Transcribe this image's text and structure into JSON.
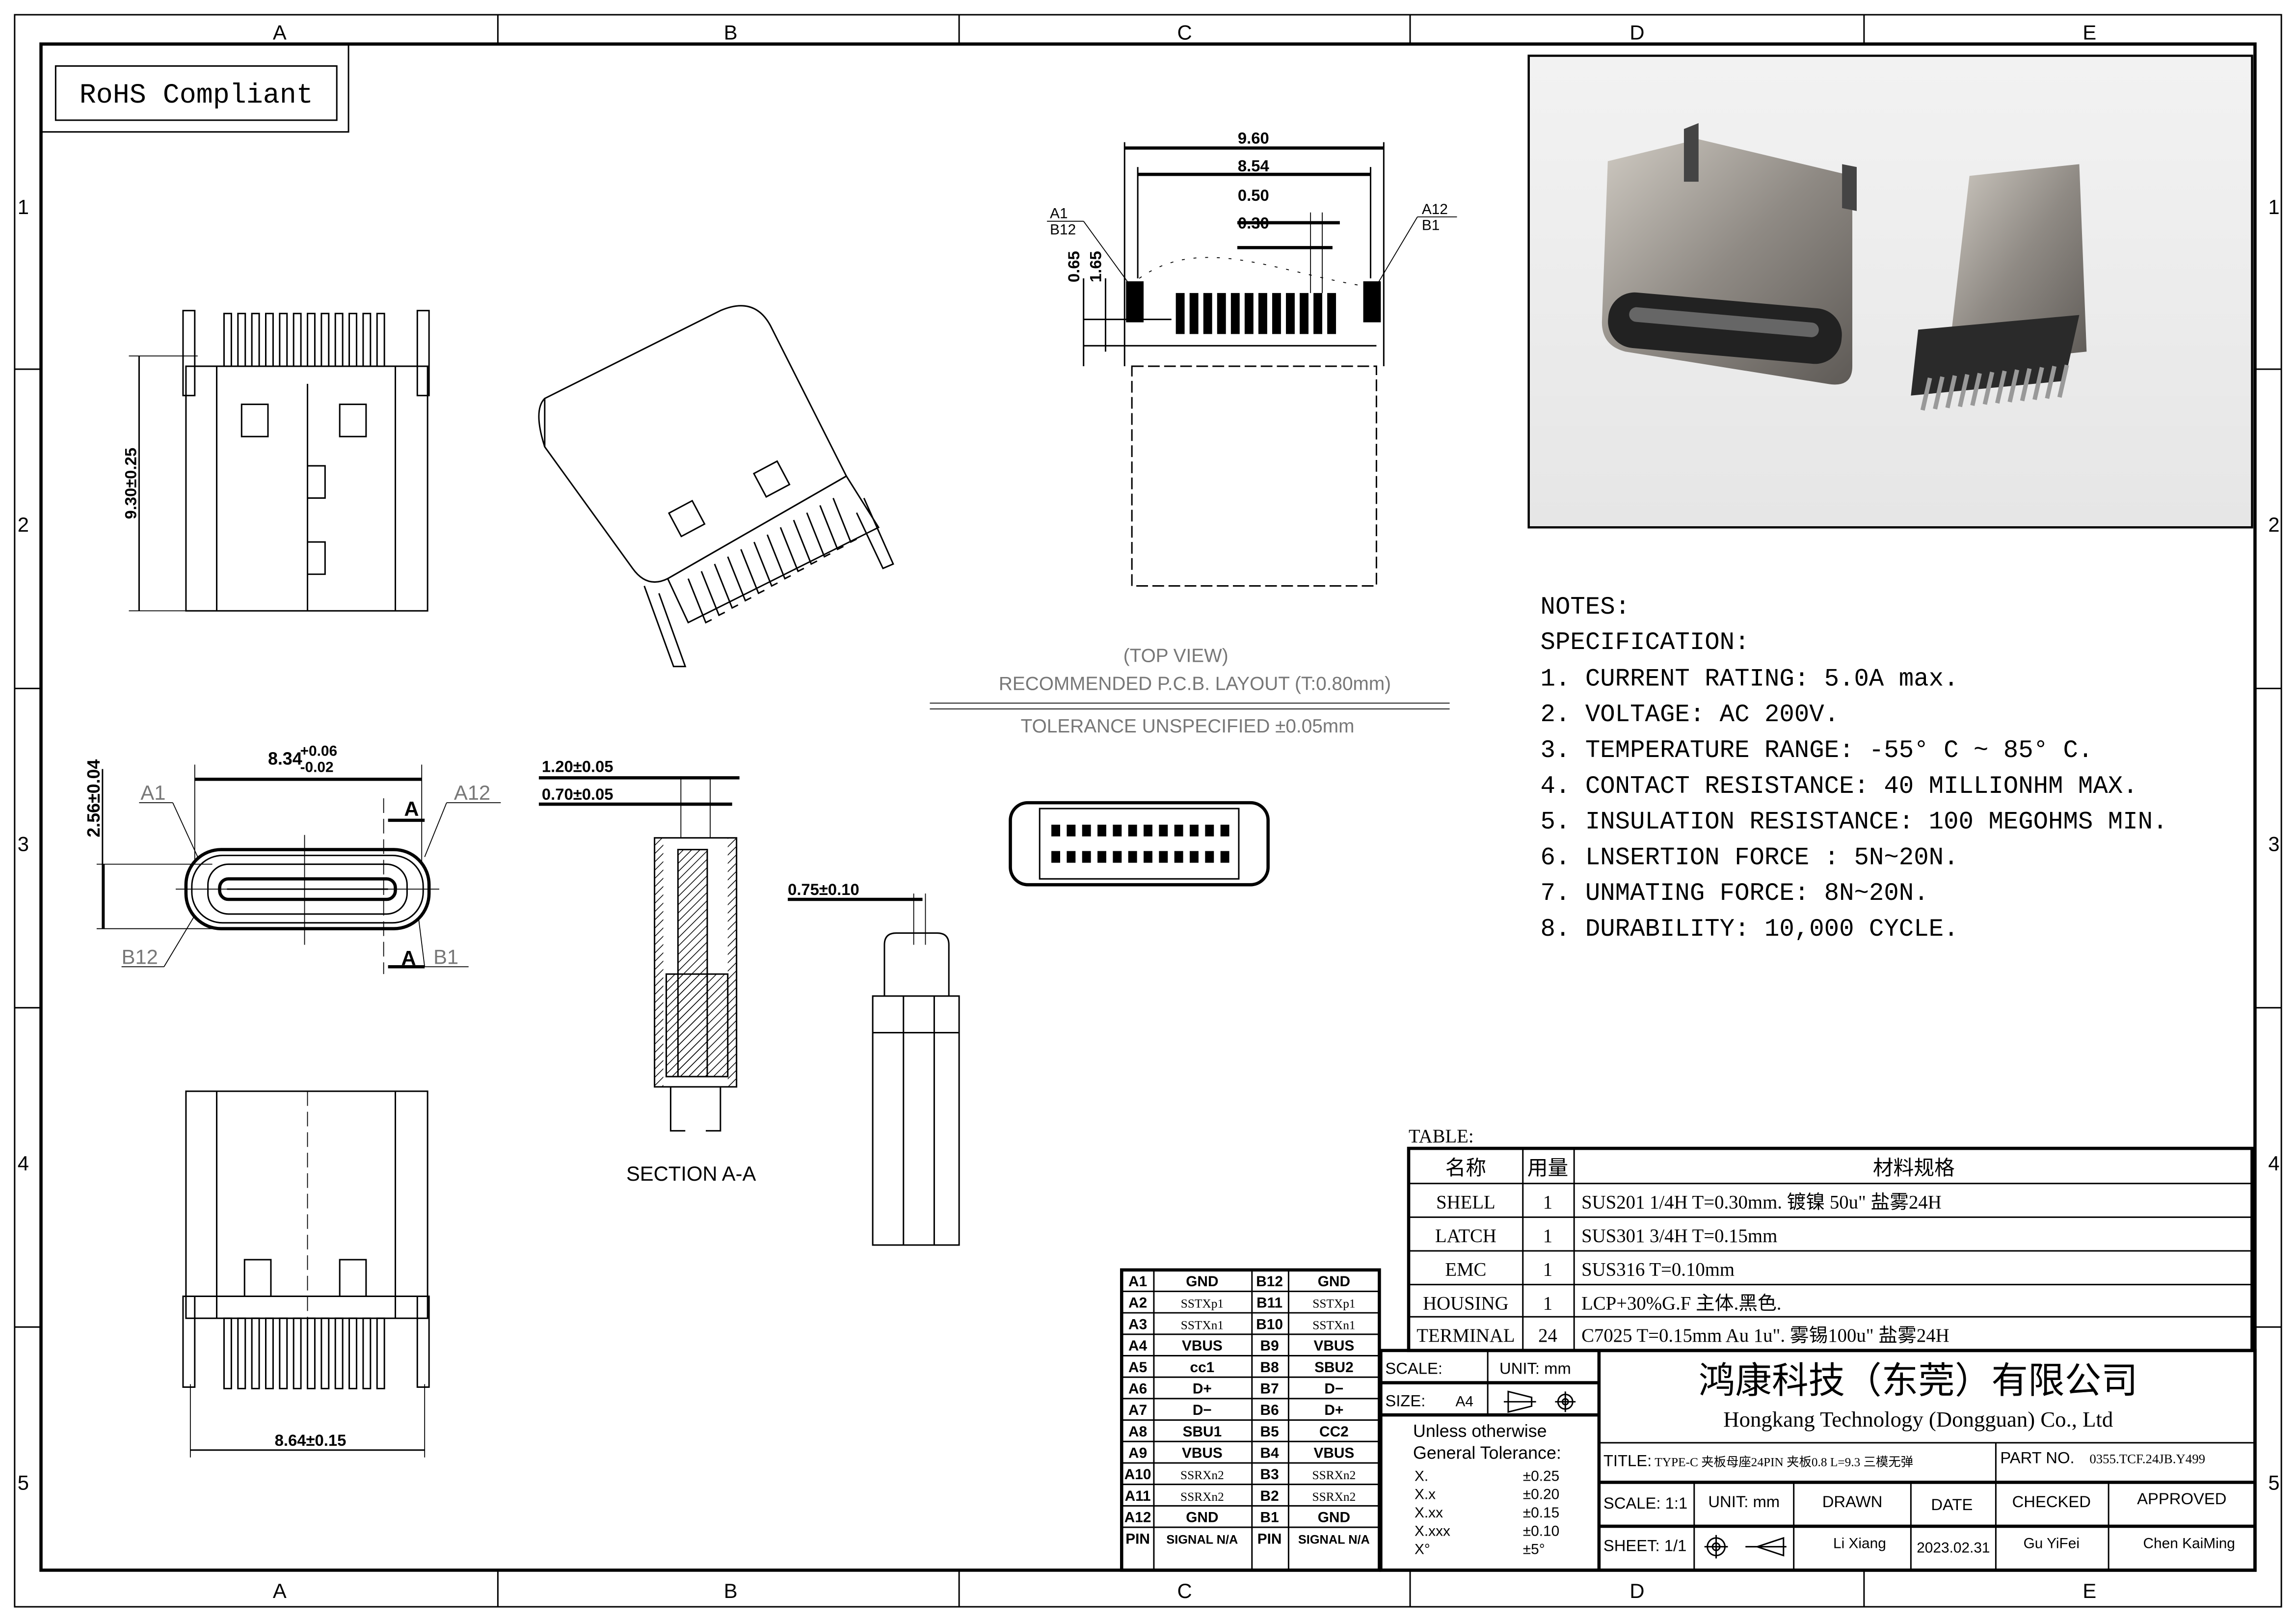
{
  "border": {
    "columns": [
      "A",
      "B",
      "C",
      "D",
      "E"
    ],
    "rows": [
      "1",
      "2",
      "3",
      "4",
      "5"
    ]
  },
  "rohs": "RoHS Compliant",
  "dimensions": {
    "front_height": "9.30±0.25",
    "top_9_60": "9.60",
    "top_8_54": "8.54",
    "top_0_50": "0.50",
    "top_0_30": "0.30",
    "top_0_65": "0.65",
    "top_1_65": "1.65",
    "pad_left_top": "A1",
    "pad_left_bottom": "B12",
    "pad_right_top": "A12",
    "pad_right_bottom": "B1",
    "face_width": "8.34",
    "face_width_plus": "+0.06",
    "face_width_minus": "-0.02",
    "face_height": "2.56±0.04",
    "face_a1": "A1",
    "face_a12": "A12",
    "face_b12": "B12",
    "face_b1": "B1",
    "section_mark": "A",
    "sec_1_20": "1.20±0.05",
    "sec_0_70": "0.70±0.05",
    "side_0_75": "0.75±0.10",
    "bottom_width": "8.64±0.15"
  },
  "pcb_layout": {
    "view": "(TOP VIEW)",
    "title": "RECOMMENDED   P.C.B. LAYOUT (T:0.80mm)",
    "tolerance": "TOLERANCE UNSPECIFIED ±0.05mm"
  },
  "section_label": "SECTION A-A",
  "notes": {
    "heading": "NOTES:",
    "spec": "SPECIFICATION:",
    "items": [
      "1. CURRENT RATING: 5.0A max.",
      "2. VOLTAGE: AC 200V.",
      "3. TEMPERATURE RANGE: -55° C ~ 85° C.",
      "4. CONTACT RESISTANCE: 40 MILLIONHM MAX.",
      "5. INSULATION RESISTANCE: 100 MEGOHMS MIN.",
      "6. LNSERTION FORCE : 5N~20N.",
      "7. UNMATING FORCE: 8N~20N.",
      "8. DURABILITY:  10,000 CYCLE."
    ]
  },
  "material_table": {
    "label": "TABLE:",
    "headers": [
      "名称",
      "用量",
      "材料规格"
    ],
    "rows": [
      [
        "SHELL",
        "1",
        "SUS201 1/4H T=0.30mm. 镀镍 50u\"  盐雾24H"
      ],
      [
        "LATCH",
        "1",
        "SUS301 3/4H T=0.15mm"
      ],
      [
        "EMC",
        "1",
        "SUS316  T=0.10mm"
      ],
      [
        "HOUSING",
        "1",
        "LCP+30%G.F 主体.黑色."
      ],
      [
        "TERMINAL",
        "24",
        "C7025  T=0.15mm  Au 1u\".  雾锡100u\"  盐雾24H"
      ]
    ]
  },
  "pin_table": {
    "rows": [
      [
        "A1",
        "GND",
        "B12",
        "GND"
      ],
      [
        "A2",
        "SSTXp1",
        "B11",
        "SSTXp1"
      ],
      [
        "A3",
        "SSTXn1",
        "B10",
        "SSTXn1"
      ],
      [
        "A4",
        "VBUS",
        "B9",
        "VBUS"
      ],
      [
        "A5",
        "cc1",
        "B8",
        "SBU2"
      ],
      [
        "A6",
        "D+",
        "B7",
        "D−"
      ],
      [
        "A7",
        "D−",
        "B6",
        "D+"
      ],
      [
        "A8",
        "SBU1",
        "B5",
        "CC2"
      ],
      [
        "A9",
        "VBUS",
        "B4",
        "VBUS"
      ],
      [
        "A10",
        "SSRXn2",
        "B3",
        "SSRXn2"
      ],
      [
        "A11",
        "SSRXn2",
        "B2",
        "SSRXn2"
      ],
      [
        "A12",
        "GND",
        "B1",
        "GND"
      ]
    ],
    "footer": [
      "PIN",
      "SIGNAL N/A",
      "PIN",
      "SIGNAL N/A"
    ]
  },
  "title_block": {
    "scale_label": "SCALE:",
    "unit_label": "UNIT:  mm",
    "size_label": "SIZE:",
    "size_value": "A4",
    "tolerance_heading_1": "Unless  otherwise",
    "tolerance_heading_2": "General  Tolerance:",
    "tolerances": [
      [
        "X.",
        "±0.25"
      ],
      [
        "X.x",
        "±0.20"
      ],
      [
        "X.xx",
        "±0.15"
      ],
      [
        "X.xxx",
        "±0.10"
      ],
      [
        "X°",
        "±5°"
      ]
    ],
    "company_cn": "鸿康科技（东莞）有限公司",
    "company_en": "Hongkang Technology (Dongguan) Co., Ltd",
    "title_label": "TITLE:",
    "title_value": "TYPE-C 夹板母座24PIN 夹板0.8 L=9.3 三模无弹",
    "part_no_label": "PART  NO.",
    "part_no_value": "0355.TCF.24JB.Y499",
    "scale2": "SCALE: 1:1",
    "unit2": "UNIT: mm",
    "drawn_label": "DRAWN",
    "date_label": "DATE",
    "checked_label": "CHECKED",
    "approved_label": "APPROVED",
    "sheet": "SHEET: 1/1",
    "drawn_by": "Li Xiang",
    "date": "2023.02.31",
    "checked_by": "Gu YiFei",
    "approved_by": "Chen KaiMing"
  }
}
